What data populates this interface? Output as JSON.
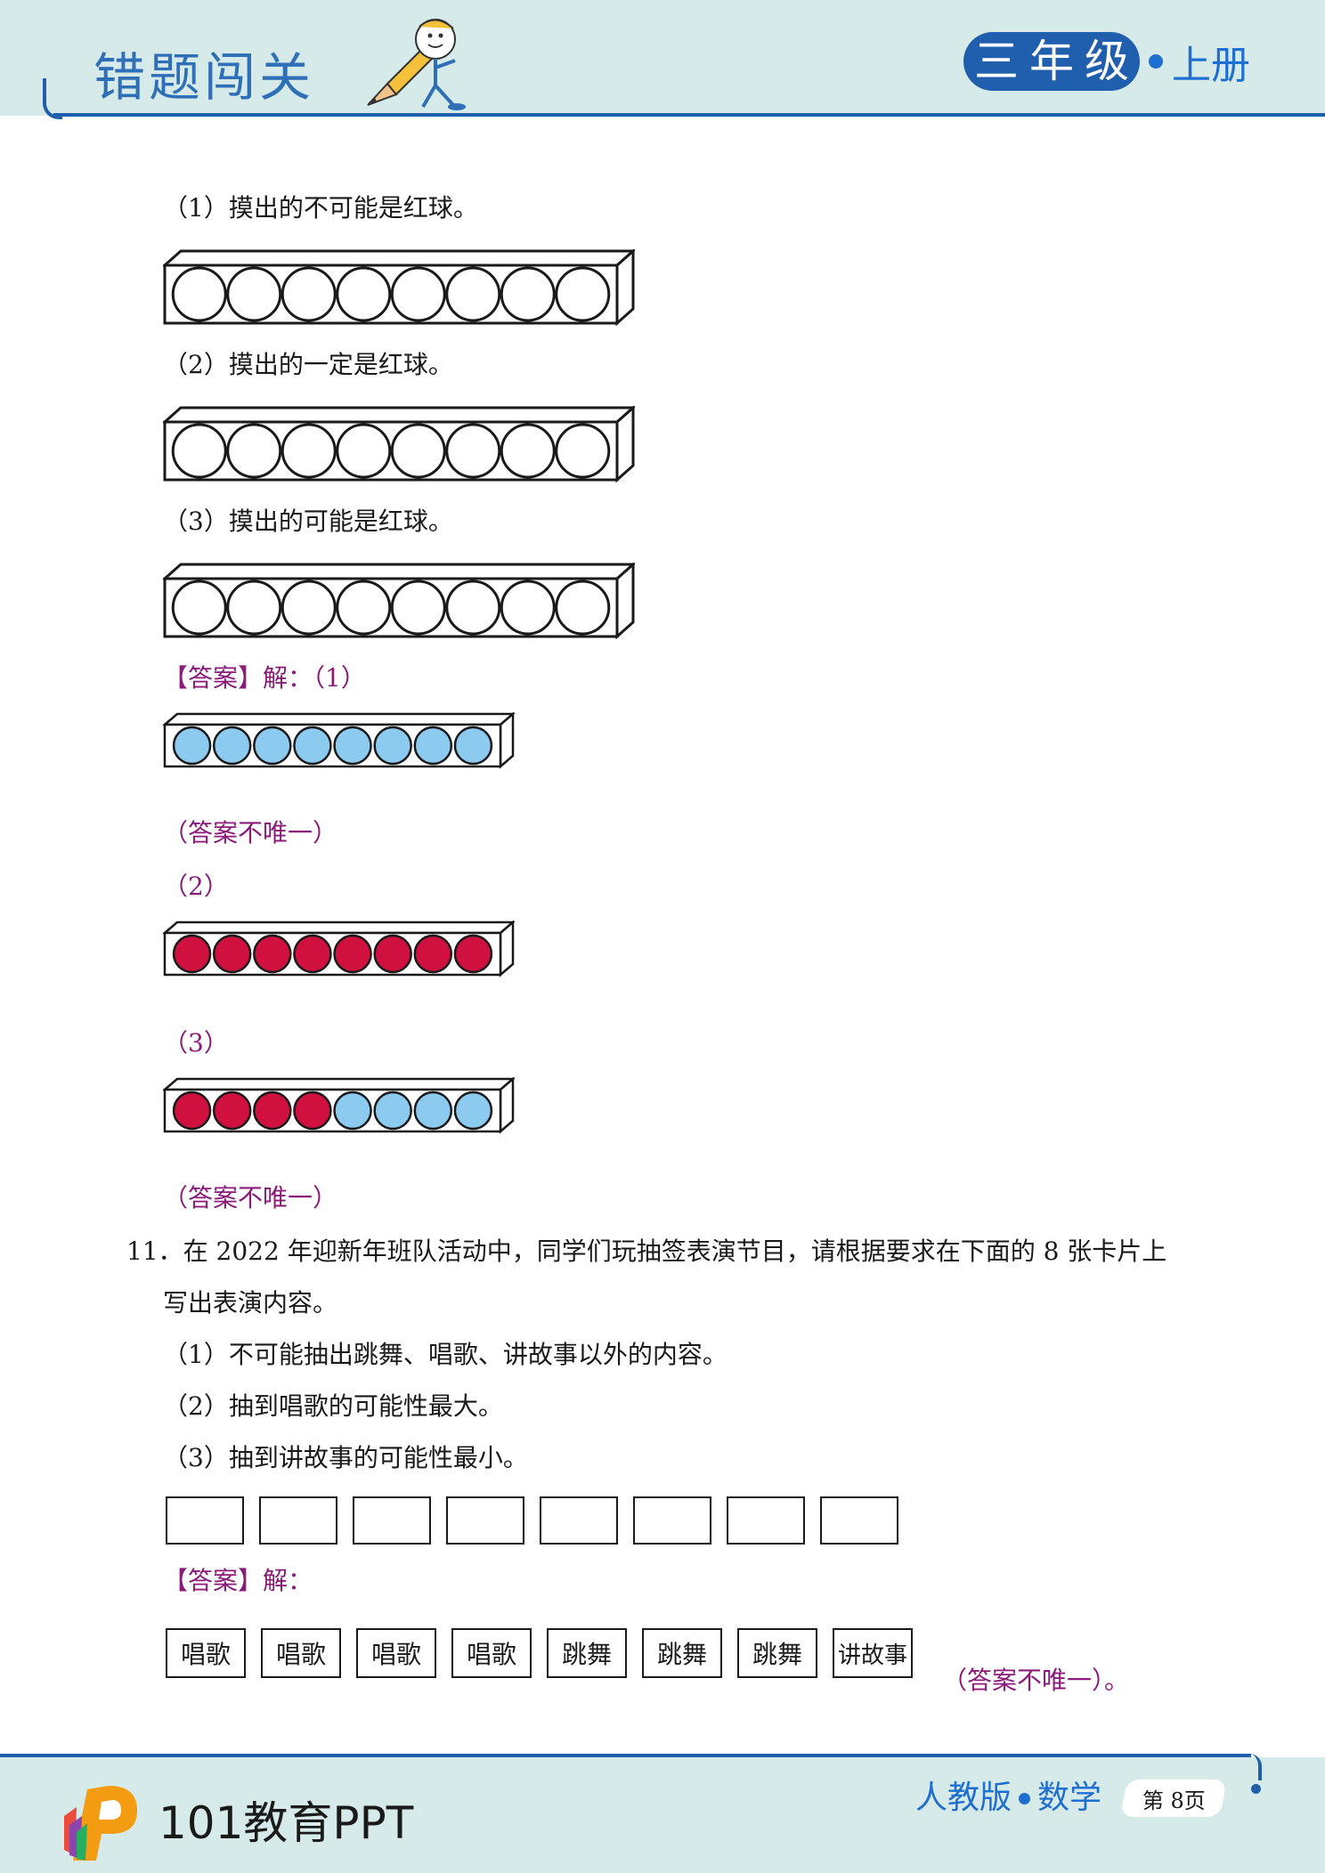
{
  "header": {
    "title": "错题闯关",
    "grade_chars": [
      "三",
      "年",
      "级"
    ],
    "volume": "上册"
  },
  "q10": {
    "part1": "（1）摸出的不可能是红球。",
    "part2": "（2）摸出的一定是红球。",
    "part3": "（3）摸出的可能是红球。",
    "answer_label": "【答案】",
    "answer_intro": "解：（1）",
    "note1": "（答案不唯一）",
    "label2": "（2）",
    "label3": "（3）",
    "note2": "（答案不唯一）",
    "boxes": {
      "empty": [
        "white",
        "white",
        "white",
        "white",
        "white",
        "white",
        "white",
        "white"
      ],
      "ans1": [
        "blue",
        "blue",
        "blue",
        "blue",
        "blue",
        "blue",
        "blue",
        "blue"
      ],
      "ans2": [
        "red",
        "red",
        "red",
        "red",
        "red",
        "red",
        "red",
        "red"
      ],
      "ans3": [
        "red",
        "red",
        "red",
        "red",
        "blue",
        "blue",
        "blue",
        "blue"
      ]
    }
  },
  "q11": {
    "line1": "11．在 2022 年迎新年班队活动中，同学们玩抽签表演节目，请根据要求在下面的 8 张卡片上",
    "line2": "写出表演内容。",
    "req1": "（1）不可能抽出跳舞、唱歌、讲故事以外的内容。",
    "req2": "（2）抽到唱歌的可能性最大。",
    "req3": "（3）抽到讲故事的可能性最小。",
    "answer_label": "【答案】",
    "answer_intro": "解：",
    "cards": [
      "唱歌",
      "唱歌",
      "唱歌",
      "唱歌",
      "跳舞",
      "跳舞",
      "跳舞",
      "讲故事"
    ],
    "note": "（答案不唯一）。"
  },
  "footer": {
    "brand": "101教育PPT",
    "edition": "人教版",
    "subject": "数学",
    "page": "第 8页"
  },
  "colors": {
    "blue_ball": "#8ccaf0",
    "red_ball": "#d0113f",
    "accent_blue": "#1f5fae",
    "answer_purple": "#8a1b79",
    "band": "#d6eaea"
  }
}
